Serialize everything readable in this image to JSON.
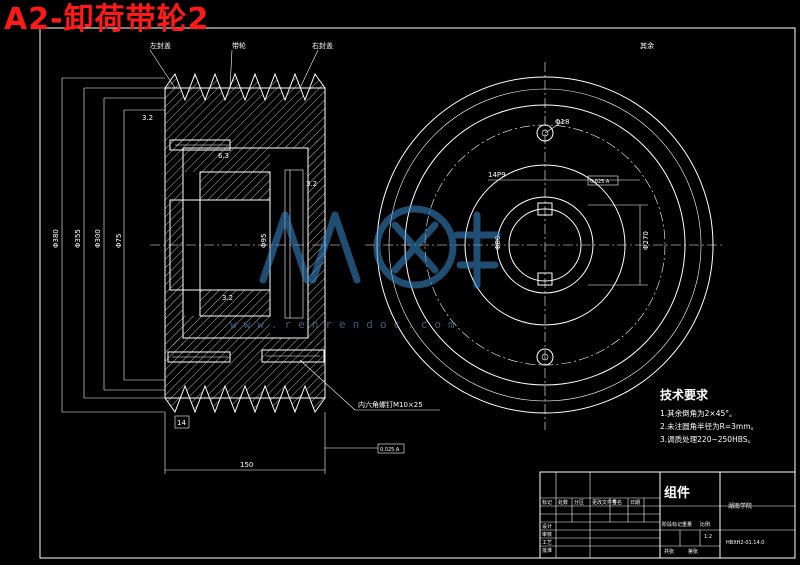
{
  "title": "A2-卸荷带轮2",
  "surface_note": "其余",
  "left_view": {
    "labels": {
      "left_seal": "左封盖",
      "pulley": "带轮",
      "right_seal": "右封盖",
      "bolt_note": "内六角螺钉M10×25"
    },
    "dims": {
      "d1": "Φ380",
      "d2": "Φ355",
      "d3": "Φ300",
      "d4": "Φ75",
      "d5": "Φ95",
      "width": "150",
      "key": "14"
    },
    "roughness": [
      "3.2",
      "6.3",
      "3.2",
      "3.2"
    ]
  },
  "right_view": {
    "labels": {
      "hole": "Φ18",
      "tol_left": "14P9",
      "tol_right": "0.025 A",
      "dim_a": "Φ80",
      "dim_b": "Φ270"
    }
  },
  "bottom_tol": "0.025 A",
  "tech": {
    "heading": "技术要求",
    "items": [
      "1.其余倒角为2×45°。",
      "2.未注圆角半径为R=3mm。",
      "3.调质处理220~250HBS。"
    ]
  },
  "title_block": {
    "name": "组件",
    "school": "湖南学院",
    "drawing_no": "HBXH2-01.14.0",
    "cells": [
      "标记",
      "处数",
      "分区",
      "更改文件号",
      "签名",
      "日期",
      "设计",
      "审核",
      "工艺",
      "批准",
      "阶段标记",
      "重量",
      "比例",
      "1:2",
      "共张",
      "第张"
    ]
  },
  "watermark": {
    "text": "www.renrendoc.com"
  }
}
